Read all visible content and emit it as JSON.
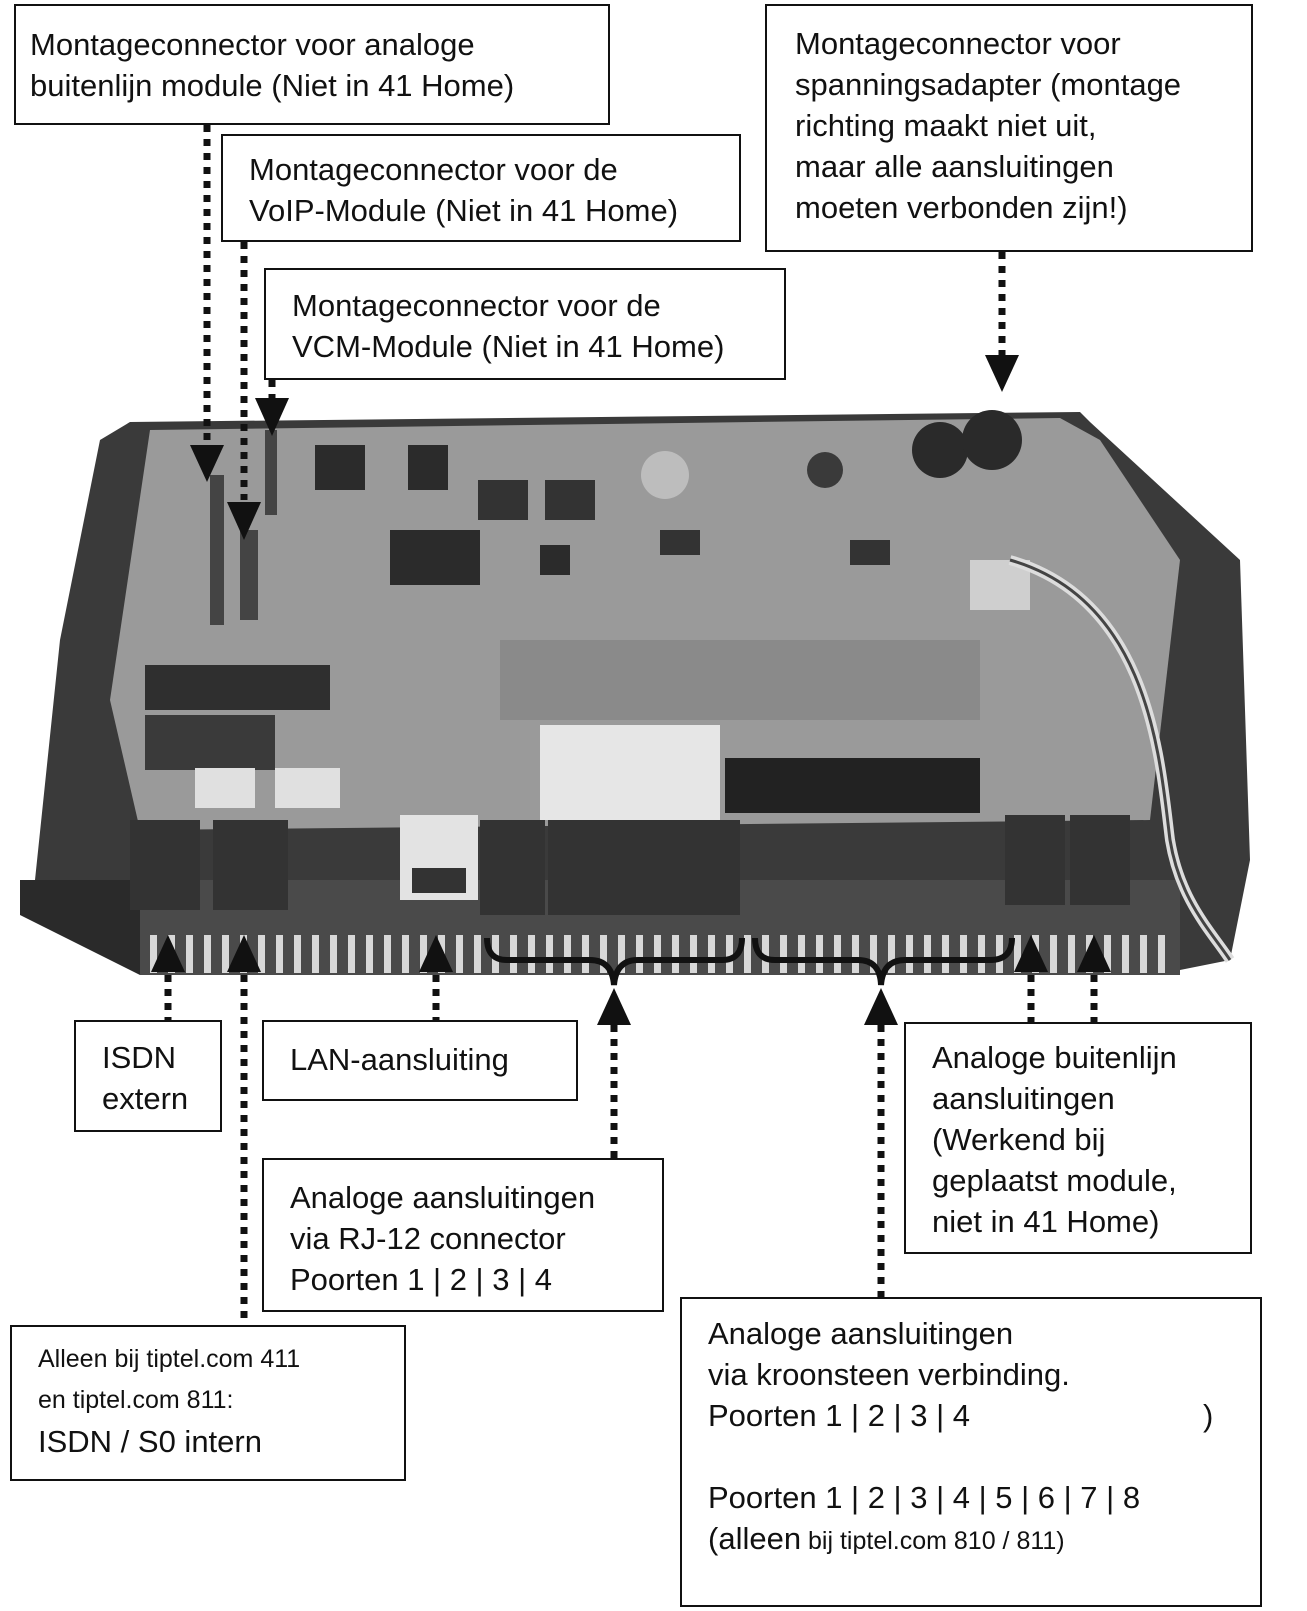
{
  "labels": {
    "outside_line_module": [
      "Montageconnector voor analoge",
      "buitenlijn module (Niet in 41 Home)"
    ],
    "voip_module": [
      "Montageconnector voor de",
      "VoIP-Module (Niet in 41 Home)"
    ],
    "vcm_module": [
      "Montageconnector voor de",
      "VCM-Module (Niet in 41 Home)"
    ],
    "power_adapter": [
      "Montageconnector voor",
      "spanningsadapter (montage",
      "richting maakt niet uit,",
      "maar alle aansluitingen",
      "moeten verbonden zijn!)"
    ],
    "isdn_external": [
      "ISDN",
      "extern"
    ],
    "lan": [
      "LAN-aansluiting"
    ],
    "analog_outside_lines": [
      "Analoge buitenlijn",
      "aansluitingen",
      "(Werkend bij",
      "geplaatst module,",
      "niet in 41 Home)"
    ],
    "rj12": [
      "Analoge aansluitingen",
      "via RJ-12 connector",
      "Poorten  1 | 2 | 3 | 4"
    ],
    "isdn_internal": {
      "line1": "Alleen bij tiptel.com 411",
      "line2": "en tiptel.com 811:",
      "line3": "ISDN / S0 intern"
    },
    "terminal_block": {
      "line1": "Analoge aansluitingen",
      "line2": "via kroonsteen verbinding.",
      "line3": "Poorten  1 | 2 | 3 | 4",
      "line3_paren": ")",
      "line4": "Poorten  1 | 2 | 3 | 4 | 5 | 6 | 7 | 8",
      "line5_a": "(alleen",
      "line5_b": " bij tiptel.com 810 / 811)"
    }
  },
  "colors": {
    "board": "#9a9a9a",
    "housing": "#3a3a3a",
    "chip": "#2b2b2b",
    "line": "#111111"
  }
}
